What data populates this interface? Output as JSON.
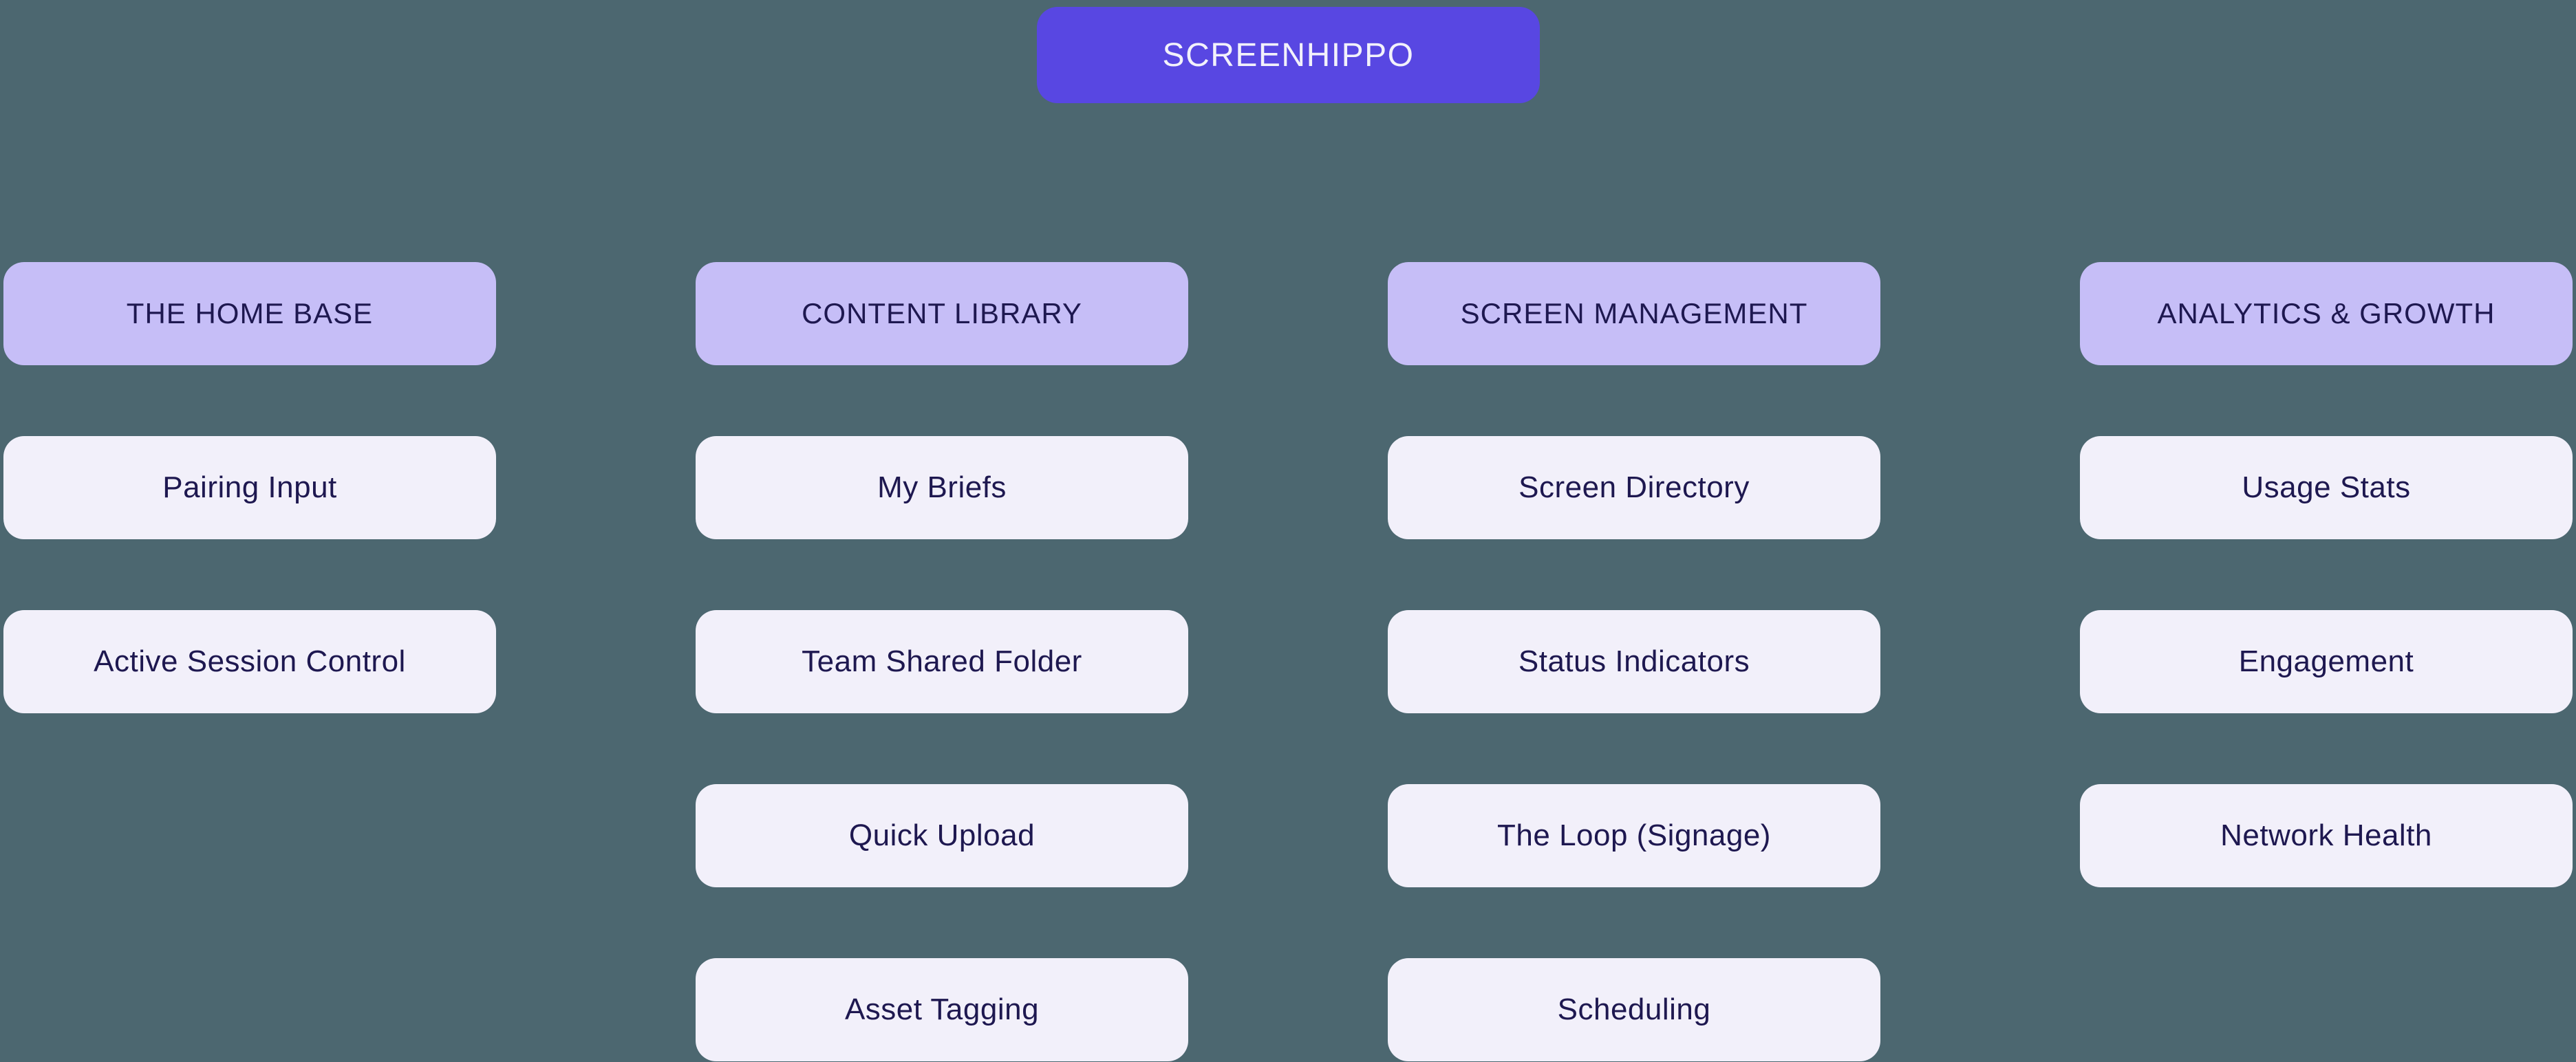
{
  "colors": {
    "bg": "#4c6770",
    "accent": "#5847e2",
    "header-bg": "#c6bef7",
    "item-bg": "#f2f0fa",
    "text-dark": "#1e1850",
    "text-light": "#f2f1fb"
  },
  "root": {
    "label": "SCREENHIPPO"
  },
  "columns": [
    {
      "header": "THE HOME BASE",
      "items": [
        "Pairing Input",
        "Active Session Control"
      ]
    },
    {
      "header": "CONTENT LIBRARY",
      "items": [
        "My Briefs",
        "Team Shared Folder",
        "Quick Upload",
        "Asset Tagging"
      ]
    },
    {
      "header": "SCREEN MANAGEMENT",
      "items": [
        "Screen Directory",
        "Status Indicators",
        "The Loop (Signage)",
        "Scheduling"
      ]
    },
    {
      "header": "ANALYTICS & GROWTH",
      "items": [
        "Usage Stats",
        "Engagement",
        "Network Health"
      ]
    }
  ]
}
